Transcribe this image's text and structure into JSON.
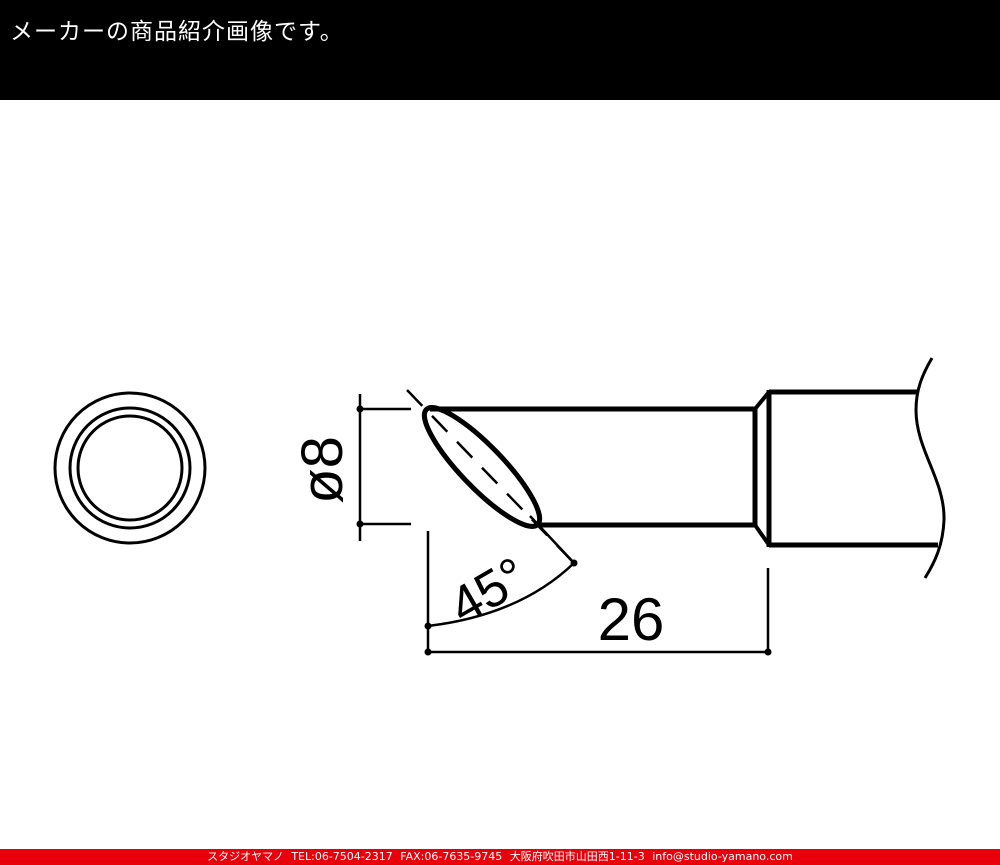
{
  "header": {
    "title": "メーカーの商品紹介画像です。",
    "background": "#000000",
    "text_color": "#ffffff"
  },
  "diagram": {
    "subject": "soldering tip, chisel/bevel type",
    "end_view": "concentric circles (tip cross-section)",
    "dimensions": {
      "diameter_label": "ø8",
      "angle_label": "45°",
      "length_label": "26"
    }
  },
  "footer": {
    "shop_name": "スタジオヤマノ",
    "tel": "TEL:06-7504-2317",
    "fax": "FAX:06-7635-9745",
    "address": "大阪府吹田市山田西1-11-3",
    "email": "info@studio-yamano.com",
    "background": "#e8000b",
    "text_color": "#ffffff"
  }
}
